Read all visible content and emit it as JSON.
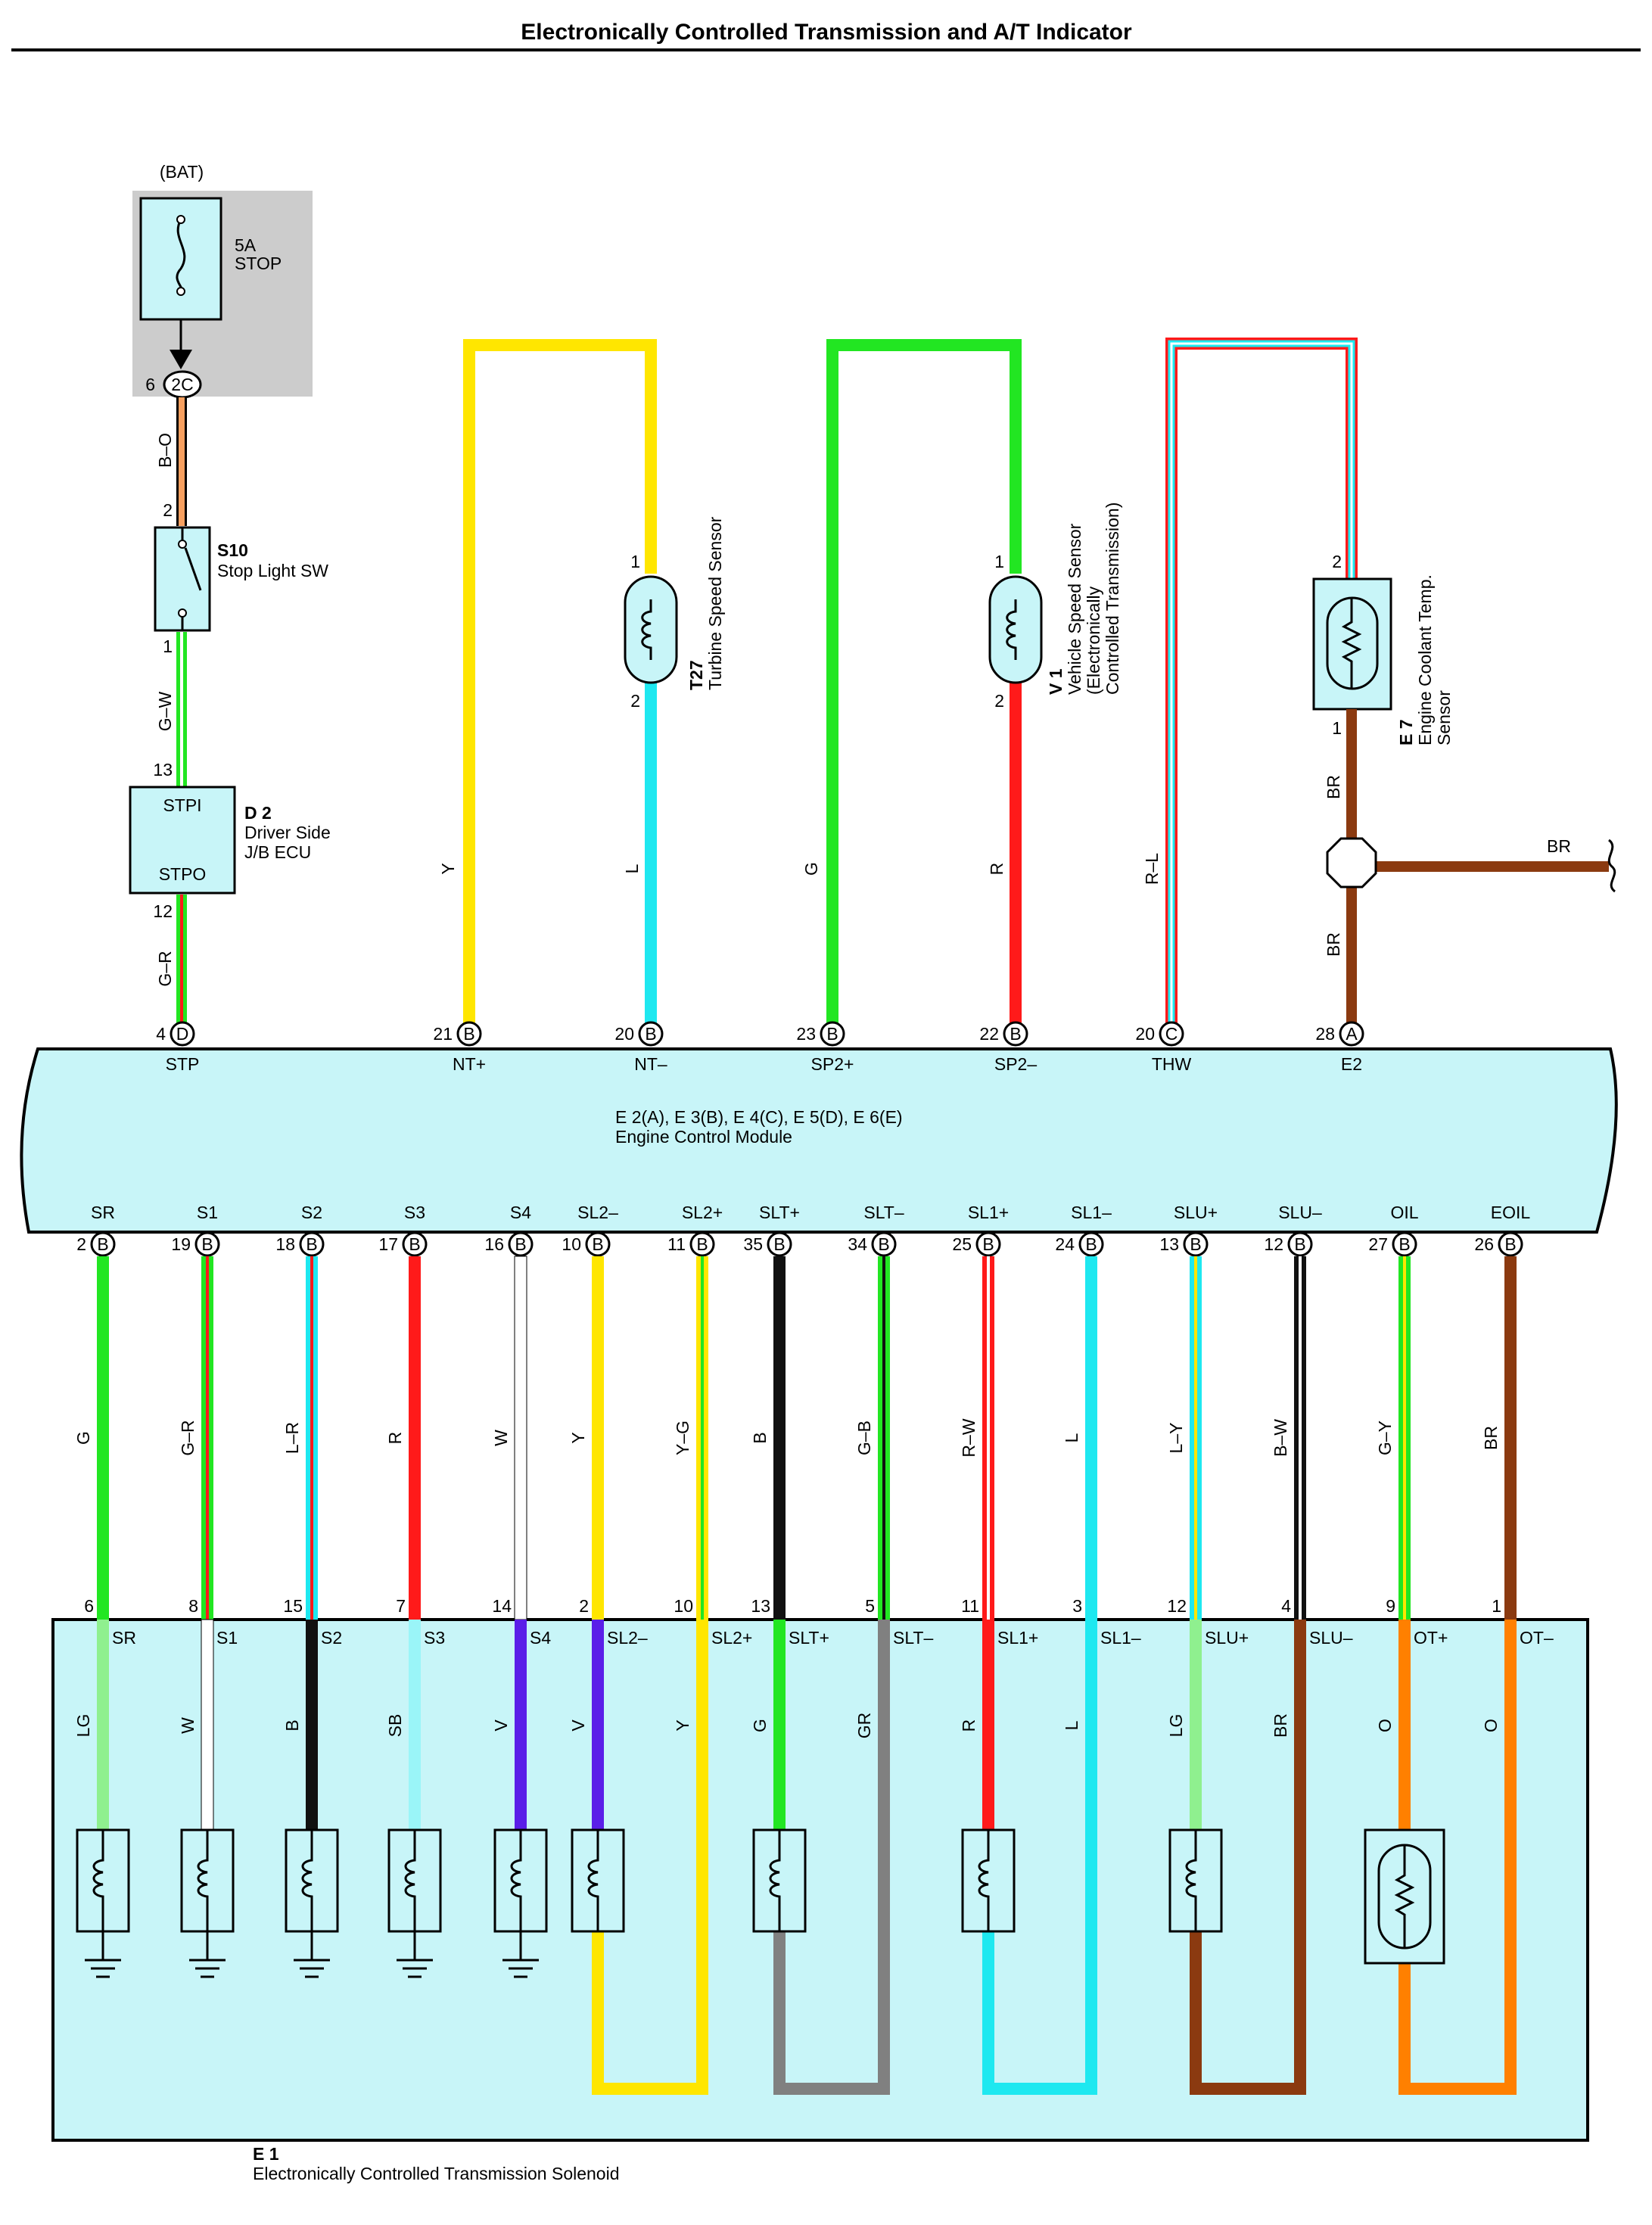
{
  "title": "Electronically Controlled Transmission and A/T Indicator",
  "fuse": {
    "source": "(BAT)",
    "rating": "5A",
    "name": "STOP",
    "connector": "2C",
    "pin": "6"
  },
  "wires_top": {
    "b_o": "B–O",
    "g_w": "G–W",
    "g_r": "G–R",
    "y": "Y",
    "l": "L",
    "g": "G",
    "r": "R",
    "r_l": "R–L",
    "br1": "BR",
    "br2": "BR",
    "br3": "BR"
  },
  "stop_switch": {
    "id": "S10",
    "name": "Stop Light SW",
    "pin_top": "2",
    "pin_bottom": "1"
  },
  "driver_ecu": {
    "id": "D 2",
    "name_line1": "Driver Side",
    "name_line2": "J/B ECU",
    "term_in": "STPI",
    "term_out": "STPO",
    "pin_in": "13",
    "pin_out": "12"
  },
  "turbine_sensor": {
    "id": "T27",
    "name": "Turbine Speed Sensor",
    "pin1": "1",
    "pin2": "2"
  },
  "vehicle_sensor": {
    "id": "V 1",
    "name_line1": "Vehicle Speed Sensor",
    "name_line2": "(Electronically",
    "name_line3": "Controlled Transmission)",
    "pin1": "1",
    "pin2": "2"
  },
  "coolant_sensor": {
    "id": "E 7",
    "name_line1": "Engine Coolant Temp.",
    "name_line2": "Sensor",
    "pin1": "2",
    "pin2": "1"
  },
  "ecm": {
    "connectors": "E 2(A), E 3(B), E 4(C), E 5(D), E 6(E)",
    "name": "Engine Control Module",
    "top_pins": [
      {
        "pin": "4",
        "conn": "D",
        "label": "STP"
      },
      {
        "pin": "21",
        "conn": "B",
        "label": "NT+"
      },
      {
        "pin": "20",
        "conn": "B",
        "label": "NT–"
      },
      {
        "pin": "23",
        "conn": "B",
        "label": "SP2+"
      },
      {
        "pin": "22",
        "conn": "B",
        "label": "SP2–"
      },
      {
        "pin": "20",
        "conn": "C",
        "label": "THW"
      },
      {
        "pin": "28",
        "conn": "A",
        "label": "E2"
      }
    ],
    "bottom_pins": [
      {
        "pin": "2",
        "conn": "B",
        "label": "SR",
        "wire": "G"
      },
      {
        "pin": "19",
        "conn": "B",
        "label": "S1",
        "wire": "G–R"
      },
      {
        "pin": "18",
        "conn": "B",
        "label": "S2",
        "wire": "L–R"
      },
      {
        "pin": "17",
        "conn": "B",
        "label": "S3",
        "wire": "R"
      },
      {
        "pin": "16",
        "conn": "B",
        "label": "S4",
        "wire": "W"
      },
      {
        "pin": "10",
        "conn": "B",
        "label": "SL2–",
        "wire": "Y"
      },
      {
        "pin": "11",
        "conn": "B",
        "label": "SL2+",
        "wire": "Y–G"
      },
      {
        "pin": "35",
        "conn": "B",
        "label": "SLT+",
        "wire": "B"
      },
      {
        "pin": "34",
        "conn": "B",
        "label": "SLT–",
        "wire": "G–B"
      },
      {
        "pin": "25",
        "conn": "B",
        "label": "SL1+",
        "wire": "R–W"
      },
      {
        "pin": "24",
        "conn": "B",
        "label": "SL1–",
        "wire": "L"
      },
      {
        "pin": "13",
        "conn": "B",
        "label": "SLU+",
        "wire": "L–Y"
      },
      {
        "pin": "12",
        "conn": "B",
        "label": "SLU–",
        "wire": "B–W"
      },
      {
        "pin": "27",
        "conn": "B",
        "label": "OIL",
        "wire": "G–Y"
      },
      {
        "pin": "26",
        "conn": "B",
        "label": "EOIL",
        "wire": "BR"
      }
    ]
  },
  "solenoid": {
    "id": "E 1",
    "name": "Electronically Controlled Transmission Solenoid",
    "pins": [
      {
        "pin": "6",
        "label": "SR",
        "wire": "LG"
      },
      {
        "pin": "8",
        "label": "S1",
        "wire": "W"
      },
      {
        "pin": "15",
        "label": "S2",
        "wire": "B"
      },
      {
        "pin": "7",
        "label": "S3",
        "wire": "SB"
      },
      {
        "pin": "14",
        "label": "S4",
        "wire": "V"
      },
      {
        "pin": "2",
        "label": "SL2–",
        "wire": "V"
      },
      {
        "pin": "10",
        "label": "SL2+",
        "wire": "Y"
      },
      {
        "pin": "13",
        "label": "SLT+",
        "wire": "G"
      },
      {
        "pin": "5",
        "label": "SLT–",
        "wire": "GR"
      },
      {
        "pin": "11",
        "label": "SL1+",
        "wire": "R"
      },
      {
        "pin": "3",
        "label": "SL1–",
        "wire": "L"
      },
      {
        "pin": "12",
        "label": "SLU+",
        "wire": "LG"
      },
      {
        "pin": "4",
        "label": "SLU–",
        "wire": "BR"
      },
      {
        "pin": "9",
        "label": "OT+",
        "wire": "O"
      },
      {
        "pin": "1",
        "label": "OT–",
        "wire": "O"
      }
    ]
  },
  "colors": {
    "module_fill": "#c8f5f8",
    "fuse_box": "#cccccc",
    "G": "#22e622",
    "R": "#ff1a1a",
    "L": "#1ee8f0",
    "Y": "#ffe600",
    "W": "#ffffff",
    "B": "#111111",
    "BR": "#8b3a10",
    "O": "#ff8000",
    "LG": "#8ff08f",
    "SB": "#9af5f8",
    "V": "#5a1ee8",
    "GR": "#808080",
    "P": "#f7a060"
  },
  "icons": [
    "fuse-icon",
    "switch-icon",
    "coil-sensor-icon",
    "thermistor-icon",
    "ground-icon",
    "splice-icon"
  ]
}
